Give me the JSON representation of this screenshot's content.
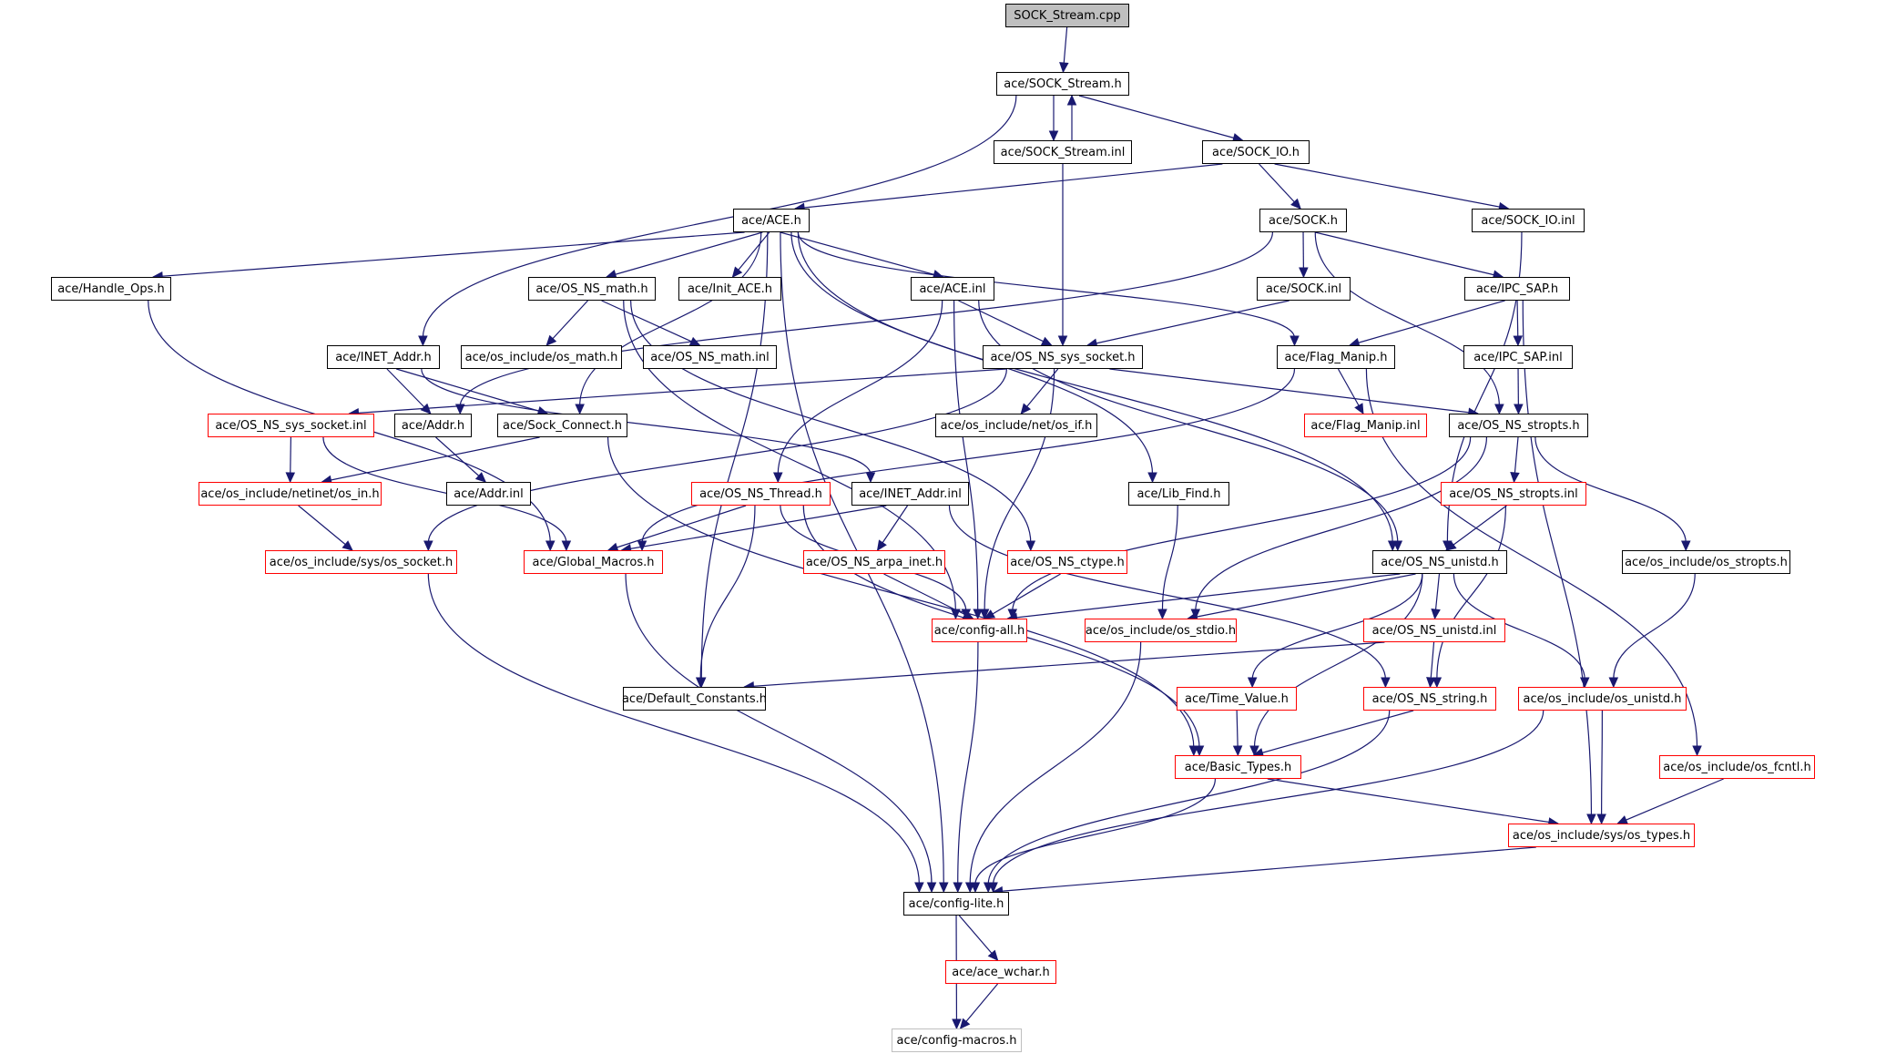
{
  "diagram": {
    "title": "SOCK_Stream.cpp",
    "type": "include-dependency-graph",
    "colors": {
      "edge": "#191970",
      "node_border_default": "#000000",
      "node_border_truncated": "#ff0000",
      "node_border_undocumented": "#bfbfbf",
      "root_fill": "#bfbfbf"
    },
    "nodes": [
      {
        "id": "cpp",
        "label": "SOCK_Stream.cpp",
        "style": "root"
      },
      {
        "id": "sock_stream_h",
        "label": "ace/SOCK_Stream.h",
        "style": "normal"
      },
      {
        "id": "sock_stream_inl",
        "label": "ace/SOCK_Stream.inl",
        "style": "normal"
      },
      {
        "id": "sock_io_h",
        "label": "ace/SOCK_IO.h",
        "style": "normal"
      },
      {
        "id": "ace_h",
        "label": "ace/ACE.h",
        "style": "normal"
      },
      {
        "id": "sock_h",
        "label": "ace/SOCK.h",
        "style": "normal"
      },
      {
        "id": "sock_io_inl",
        "label": "ace/SOCK_IO.inl",
        "style": "normal"
      },
      {
        "id": "handle_ops_h",
        "label": "ace/Handle_Ops.h",
        "style": "normal"
      },
      {
        "id": "os_ns_math_h",
        "label": "ace/OS_NS_math.h",
        "style": "normal"
      },
      {
        "id": "init_ace_h",
        "label": "ace/Init_ACE.h",
        "style": "normal"
      },
      {
        "id": "ace_inl",
        "label": "ace/ACE.inl",
        "style": "normal"
      },
      {
        "id": "sock_inl",
        "label": "ace/SOCK.inl",
        "style": "normal"
      },
      {
        "id": "ipc_sap_h",
        "label": "ace/IPC_SAP.h",
        "style": "normal"
      },
      {
        "id": "inet_addr_h",
        "label": "ace/INET_Addr.h",
        "style": "normal"
      },
      {
        "id": "os_math_h",
        "label": "ace/os_include/os_math.h",
        "style": "normal"
      },
      {
        "id": "os_ns_math_inl",
        "label": "ace/OS_NS_math.inl",
        "style": "normal"
      },
      {
        "id": "os_ns_sys_socket_h",
        "label": "ace/OS_NS_sys_socket.h",
        "style": "normal"
      },
      {
        "id": "flag_manip_h",
        "label": "ace/Flag_Manip.h",
        "style": "normal"
      },
      {
        "id": "ipc_sap_inl",
        "label": "ace/IPC_SAP.inl",
        "style": "normal"
      },
      {
        "id": "os_ns_sys_socket_inl",
        "label": "ace/OS_NS_sys_socket.inl",
        "style": "red"
      },
      {
        "id": "addr_h",
        "label": "ace/Addr.h",
        "style": "normal"
      },
      {
        "id": "sock_connect_h",
        "label": "ace/Sock_Connect.h",
        "style": "normal"
      },
      {
        "id": "os_if_h",
        "label": "ace/os_include/net/os_if.h",
        "style": "normal"
      },
      {
        "id": "flag_manip_inl",
        "label": "ace/Flag_Manip.inl",
        "style": "red"
      },
      {
        "id": "os_ns_stropts_h",
        "label": "ace/OS_NS_stropts.h",
        "style": "normal"
      },
      {
        "id": "os_in_h",
        "label": "ace/os_include/netinet/os_in.h",
        "style": "red"
      },
      {
        "id": "addr_inl",
        "label": "ace/Addr.inl",
        "style": "normal"
      },
      {
        "id": "os_ns_thread_h",
        "label": "ace/OS_NS_Thread.h",
        "style": "red"
      },
      {
        "id": "inet_addr_inl",
        "label": "ace/INET_Addr.inl",
        "style": "normal"
      },
      {
        "id": "lib_find_h",
        "label": "ace/Lib_Find.h",
        "style": "normal"
      },
      {
        "id": "os_ns_stropts_inl",
        "label": "ace/OS_NS_stropts.inl",
        "style": "red"
      },
      {
        "id": "os_socket_h",
        "label": "ace/os_include/sys/os_socket.h",
        "style": "red"
      },
      {
        "id": "global_macros_h",
        "label": "ace/Global_Macros.h",
        "style": "red"
      },
      {
        "id": "os_ns_arpa_inet_h",
        "label": "ace/OS_NS_arpa_inet.h",
        "style": "red"
      },
      {
        "id": "os_ns_ctype_h",
        "label": "ace/OS_NS_ctype.h",
        "style": "red"
      },
      {
        "id": "os_ns_unistd_h",
        "label": "ace/OS_NS_unistd.h",
        "style": "normal"
      },
      {
        "id": "os_stropts_h",
        "label": "ace/os_include/os_stropts.h",
        "style": "normal"
      },
      {
        "id": "config_all_h",
        "label": "ace/config-all.h",
        "style": "red"
      },
      {
        "id": "os_stdio_h",
        "label": "ace/os_include/os_stdio.h",
        "style": "red"
      },
      {
        "id": "os_ns_unistd_inl",
        "label": "ace/OS_NS_unistd.inl",
        "style": "red"
      },
      {
        "id": "default_constants_h",
        "label": "ace/Default_Constants.h",
        "style": "normal"
      },
      {
        "id": "time_value_h",
        "label": "ace/Time_Value.h",
        "style": "red"
      },
      {
        "id": "os_ns_string_h",
        "label": "ace/OS_NS_string.h",
        "style": "red"
      },
      {
        "id": "os_unistd_h",
        "label": "ace/os_include/os_unistd.h",
        "style": "red"
      },
      {
        "id": "basic_types_h",
        "label": "ace/Basic_Types.h",
        "style": "red"
      },
      {
        "id": "os_fcntl_h",
        "label": "ace/os_include/os_fcntl.h",
        "style": "red"
      },
      {
        "id": "os_types_h",
        "label": "ace/os_include/sys/os_types.h",
        "style": "red"
      },
      {
        "id": "config_lite_h",
        "label": "ace/config-lite.h",
        "style": "normal"
      },
      {
        "id": "ace_wchar_h",
        "label": "ace/ace_wchar.h",
        "style": "red"
      },
      {
        "id": "config_macros_h",
        "label": "ace/config-macros.h",
        "style": "gray"
      }
    ],
    "edges": [
      [
        "cpp",
        "sock_stream_h"
      ],
      [
        "sock_stream_h",
        "sock_stream_inl"
      ],
      [
        "sock_stream_inl",
        "sock_stream_h"
      ],
      [
        "sock_stream_h",
        "sock_io_h"
      ],
      [
        "sock_stream_h",
        "inet_addr_h"
      ],
      [
        "sock_io_h",
        "ace_h"
      ],
      [
        "sock_io_h",
        "sock_h"
      ],
      [
        "sock_io_h",
        "sock_io_inl"
      ],
      [
        "sock_stream_inl",
        "os_ns_sys_socket_h"
      ],
      [
        "ace_h",
        "handle_ops_h"
      ],
      [
        "ace_h",
        "os_ns_math_h"
      ],
      [
        "ace_h",
        "init_ace_h"
      ],
      [
        "ace_h",
        "ace_inl"
      ],
      [
        "ace_h",
        "flag_manip_h"
      ],
      [
        "ace_h",
        "lib_find_h"
      ],
      [
        "ace_h",
        "os_ns_unistd_h"
      ],
      [
        "ace_h",
        "sock_connect_h"
      ],
      [
        "ace_h",
        "default_constants_h"
      ],
      [
        "ace_h",
        "config_lite_h"
      ],
      [
        "sock_h",
        "sock_inl"
      ],
      [
        "sock_h",
        "ipc_sap_h"
      ],
      [
        "sock_h",
        "os_ns_stropts_h"
      ],
      [
        "sock_h",
        "addr_h"
      ],
      [
        "sock_io_inl",
        "os_ns_unistd_h"
      ],
      [
        "handle_ops_h",
        "global_macros_h"
      ],
      [
        "os_ns_math_h",
        "os_math_h"
      ],
      [
        "os_ns_math_h",
        "os_ns_math_inl"
      ],
      [
        "os_ns_math_h",
        "config_all_h"
      ],
      [
        "ace_inl",
        "os_ns_sys_socket_h"
      ],
      [
        "ace_inl",
        "os_ns_thread_h"
      ],
      [
        "ace_inl",
        "config_all_h"
      ],
      [
        "ace_inl",
        "os_ns_unistd_h"
      ],
      [
        "sock_inl",
        "os_ns_sys_socket_h"
      ],
      [
        "ipc_sap_h",
        "flag_manip_h"
      ],
      [
        "ipc_sap_h",
        "ipc_sap_inl"
      ],
      [
        "ipc_sap_h",
        "os_types_h"
      ],
      [
        "inet_addr_h",
        "addr_h"
      ],
      [
        "inet_addr_h",
        "sock_connect_h"
      ],
      [
        "inet_addr_h",
        "inet_addr_inl"
      ],
      [
        "os_ns_sys_socket_h",
        "os_ns_sys_socket_inl"
      ],
      [
        "os_ns_sys_socket_h",
        "os_if_h"
      ],
      [
        "os_ns_sys_socket_h",
        "os_ns_stropts_h"
      ],
      [
        "os_ns_sys_socket_h",
        "os_socket_h"
      ],
      [
        "os_ns_sys_socket_h",
        "config_all_h"
      ],
      [
        "flag_manip_h",
        "flag_manip_inl"
      ],
      [
        "flag_manip_h",
        "global_macros_h"
      ],
      [
        "flag_manip_h",
        "os_fcntl_h"
      ],
      [
        "ipc_sap_inl",
        "os_ns_stropts_h"
      ],
      [
        "os_ns_sys_socket_inl",
        "os_in_h"
      ],
      [
        "os_ns_sys_socket_inl",
        "global_macros_h"
      ],
      [
        "addr_h",
        "addr_inl"
      ],
      [
        "sock_connect_h",
        "os_in_h"
      ],
      [
        "sock_connect_h",
        "basic_types_h"
      ],
      [
        "os_ns_stropts_h",
        "os_ns_stropts_inl"
      ],
      [
        "os_ns_stropts_h",
        "os_stropts_h"
      ],
      [
        "os_ns_stropts_h",
        "config_all_h"
      ],
      [
        "os_ns_stropts_h",
        "os_stdio_h"
      ],
      [
        "os_in_h",
        "os_socket_h"
      ],
      [
        "os_ns_thread_h",
        "global_macros_h"
      ],
      [
        "os_ns_thread_h",
        "default_constants_h"
      ],
      [
        "os_ns_thread_h",
        "config_all_h"
      ],
      [
        "os_ns_thread_h",
        "basic_types_h"
      ],
      [
        "inet_addr_inl",
        "global_macros_h"
      ],
      [
        "inet_addr_inl",
        "os_ns_arpa_inet_h"
      ],
      [
        "inet_addr_inl",
        "os_ns_string_h"
      ],
      [
        "lib_find_h",
        "os_stdio_h"
      ],
      [
        "os_ns_stropts_inl",
        "os_ns_unistd_h"
      ],
      [
        "os_ns_stropts_inl",
        "os_ns_string_h"
      ],
      [
        "os_socket_h",
        "config_lite_h"
      ],
      [
        "global_macros_h",
        "config_lite_h"
      ],
      [
        "os_ns_arpa_inet_h",
        "config_all_h"
      ],
      [
        "os_ns_ctype_h",
        "config_all_h"
      ],
      [
        "os_ns_math_h",
        "os_ns_ctype_h"
      ],
      [
        "os_ns_unistd_h",
        "config_all_h"
      ],
      [
        "os_ns_unistd_h",
        "os_stdio_h"
      ],
      [
        "os_ns_unistd_h",
        "os_ns_unistd_inl"
      ],
      [
        "os_ns_unistd_h",
        "time_value_h"
      ],
      [
        "os_ns_unistd_h",
        "basic_types_h"
      ],
      [
        "os_ns_unistd_h",
        "os_unistd_h"
      ],
      [
        "os_stropts_h",
        "os_unistd_h"
      ],
      [
        "config_all_h",
        "config_lite_h"
      ],
      [
        "os_stdio_h",
        "config_lite_h"
      ],
      [
        "os_ns_unistd_inl",
        "default_constants_h"
      ],
      [
        "os_ns_unistd_inl",
        "os_ns_string_h"
      ],
      [
        "time_value_h",
        "basic_types_h"
      ],
      [
        "os_ns_string_h",
        "basic_types_h"
      ],
      [
        "os_ns_string_h",
        "config_lite_h"
      ],
      [
        "os_unistd_h",
        "os_types_h"
      ],
      [
        "os_unistd_h",
        "config_lite_h"
      ],
      [
        "basic_types_h",
        "config_lite_h"
      ],
      [
        "basic_types_h",
        "os_types_h"
      ],
      [
        "os_fcntl_h",
        "os_types_h"
      ],
      [
        "os_types_h",
        "config_lite_h"
      ],
      [
        "config_lite_h",
        "ace_wchar_h"
      ],
      [
        "config_lite_h",
        "config_macros_h"
      ],
      [
        "ace_wchar_h",
        "config_macros_h"
      ]
    ]
  }
}
